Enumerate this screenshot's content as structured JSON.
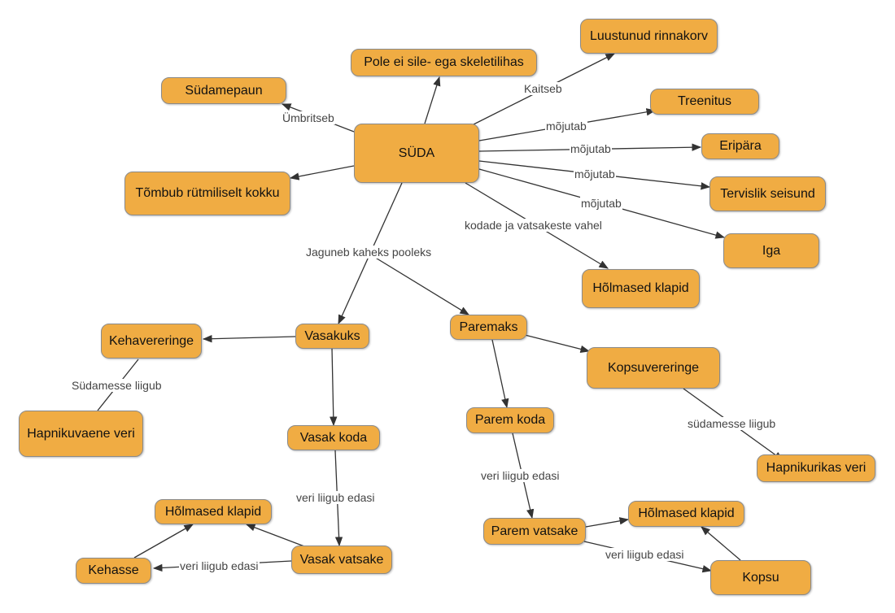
{
  "nodes": {
    "suda": "SÜDA",
    "luustunud": "Luustunud rinnakorv",
    "pole": "Pole ei sile- ega skeletilihas",
    "sudamepaun": "Südamepaun",
    "treenitus": "Treenitus",
    "eripara": "Eripära",
    "tervislik": "Tervislik seisund",
    "iga": "Iga",
    "tombub": "Tõmbub rütmiliselt kokku",
    "holmased_top": "Hõlmased klapid",
    "vasakuks": "Vasakuks",
    "paremaks": "Paremaks",
    "kehavereringe": "Kehavereringe",
    "hapnikuvaene": "Hapnikuvaene veri",
    "vasak_koda": "Vasak koda",
    "kopsuvereringe": "Kopsuvereringe",
    "parem_koda": "Parem koda",
    "hapnikurikas": "Hapnikurikas veri",
    "holmased_left": "Hõlmased klapid",
    "kehasse": "Kehasse",
    "vasak_vatsake": "Vasak vatsake",
    "parem_vatsake": "Parem vatsake",
    "holmased_right": "Hõlmased klapid",
    "kopsu": "Kopsu"
  },
  "edge_labels": {
    "kaitseb": "Kaitseb",
    "umbritseb": "Ümbritseb",
    "mojutab_1": "mõjutab",
    "mojutab_2": "mõjutab",
    "mojutab_3": "mõjutab",
    "mojutab_4": "mõjutab",
    "kodade": "kodade ja vatsakeste vahel",
    "jaguneb": "Jaguneb kaheks pooleks",
    "sudamesse_left": "Südamesse liigub",
    "sudamesse_right": "südamesse liigub",
    "veri_vasak": "veri liigub edasi",
    "veri_parem": "veri liigub edasi",
    "veri_kehasse": "veri liigub edasi",
    "veri_kopsu": "veri liigub edasi"
  },
  "colors": {
    "node_fill": "#f0ac43",
    "node_border": "#8a8a8a",
    "edge": "#333333",
    "label_text": "#444444"
  }
}
